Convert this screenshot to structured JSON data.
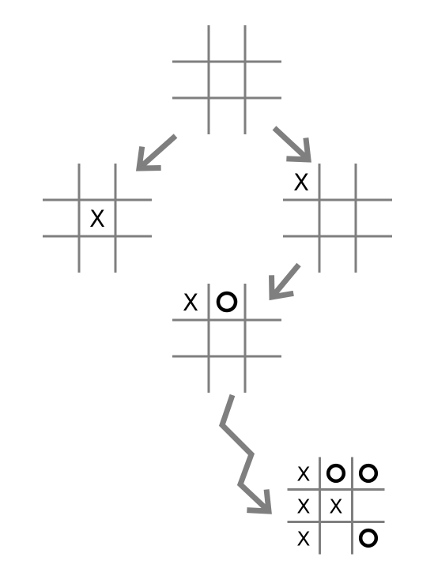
{
  "colors": {
    "grid": "#7f7f7f",
    "arrow": "#7f7f7f",
    "mark": "#000000",
    "background": "#ffffff"
  },
  "boards": [
    {
      "name": "empty",
      "cells": [
        "",
        "",
        "",
        "",
        "",
        "",
        "",
        "",
        ""
      ]
    },
    {
      "name": "x-center",
      "cells": [
        "",
        "",
        "",
        "",
        "X",
        "",
        "",
        "",
        ""
      ]
    },
    {
      "name": "x-corner",
      "cells": [
        "X",
        "",
        "",
        "",
        "",
        "",
        "",
        "",
        ""
      ]
    },
    {
      "name": "x-corner-o-edge",
      "cells": [
        "X",
        "O",
        "",
        "",
        "",
        "",
        "",
        "",
        ""
      ]
    },
    {
      "name": "final",
      "cells": [
        "X",
        "O",
        "O",
        "X",
        "X",
        "",
        "X",
        "",
        "O"
      ]
    }
  ],
  "arrows": [
    {
      "from": "empty",
      "to": "x-center"
    },
    {
      "from": "empty",
      "to": "x-corner"
    },
    {
      "from": "x-corner",
      "to": "x-corner-o-edge"
    },
    {
      "from": "x-corner-o-edge",
      "to": "final"
    }
  ]
}
